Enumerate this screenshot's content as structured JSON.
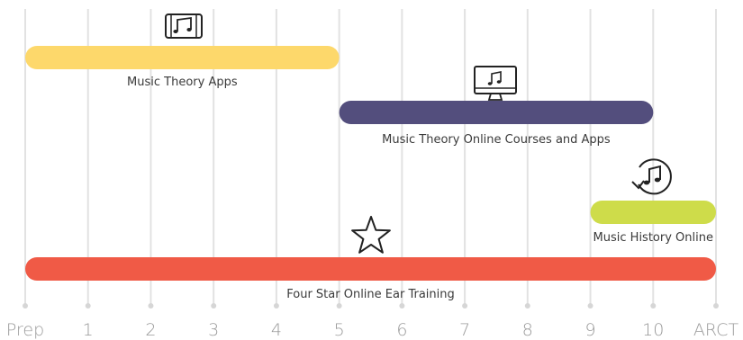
{
  "chart_data": {
    "type": "timeline",
    "axis": {
      "ticks": [
        "Prep",
        "1",
        "2",
        "3",
        "4",
        "5",
        "6",
        "7",
        "8",
        "9",
        "10",
        "ARCT"
      ],
      "grid": true
    },
    "series": [
      {
        "name": "Music Theory Apps",
        "start": "Prep",
        "end": "5",
        "color": "#FDD86B",
        "icon": "tablet-music-icon"
      },
      {
        "name": "Music Theory Online Courses and Apps",
        "start": "5",
        "end": "10",
        "color": "#534E7D",
        "icon": "desktop-music-icon"
      },
      {
        "name": "Music History Online",
        "start": "9",
        "end": "ARCT",
        "color": "#CEDC4A",
        "icon": "history-music-icon"
      },
      {
        "name": "Four Star Online Ear Training",
        "start": "Prep",
        "end": "ARCT",
        "color": "#F05A46",
        "icon": "star-icon"
      }
    ]
  }
}
